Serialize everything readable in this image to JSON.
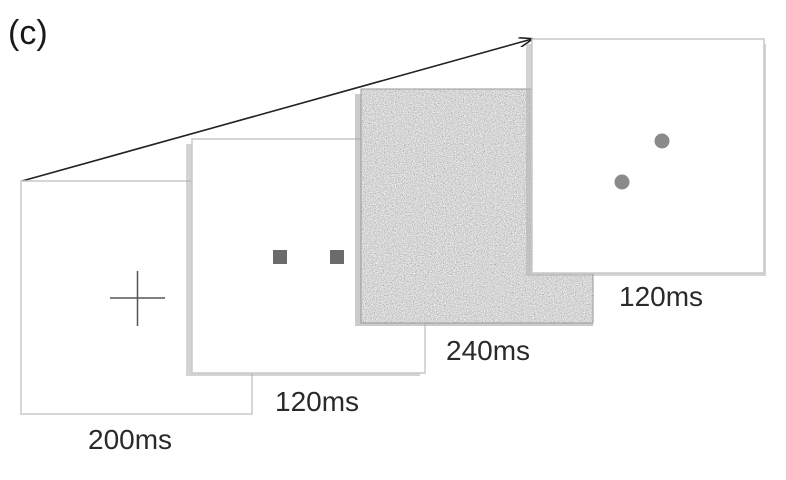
{
  "panel_label": "(c)",
  "frames": [
    {
      "name": "fixation",
      "duration": "200ms",
      "content": "fixation-cross"
    },
    {
      "name": "stimulus",
      "duration": "120ms",
      "content": "two-squares",
      "mark_color": "#6b6b6b"
    },
    {
      "name": "mask",
      "duration": "240ms",
      "content": "noise-mask"
    },
    {
      "name": "probe",
      "duration": "120ms",
      "content": "two-dots",
      "mark_color": "#8a8a8a"
    }
  ],
  "colors": {
    "frame_border": "#c8c8c8",
    "frame_shadow": "#a0a0a0",
    "text": "#2a2a2a",
    "arrow": "#222222"
  },
  "arrow": {
    "direction": "time-forward"
  }
}
